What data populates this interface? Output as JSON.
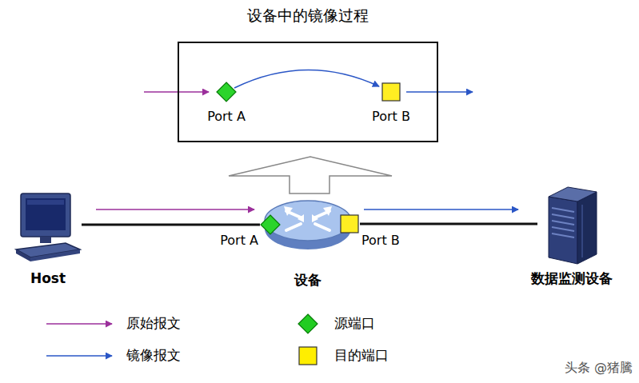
{
  "diagram": {
    "nodes": [
      {
        "text": [
          "设备中的镜像过程"
        ]
      },
      {
        "text": [
          "Port A"
        ],
        "in": 0
      },
      {
        "text": [
          "Port B"
        ],
        "in": 0
      },
      {
        "text": [
          "Host"
        ]
      },
      {
        "text": [
          "设备"
        ]
      },
      {
        "text": [
          "Port A"
        ],
        "in": 4
      },
      {
        "text": [
          "Port B"
        ],
        "in": 4
      },
      {
        "text": [
          "数据监测设备"
        ]
      }
    ],
    "edges": [
      {
        "from": 1,
        "to": 2,
        "arrow": "to"
      },
      {
        "from": 3,
        "to": 5,
        "arrow": "none"
      },
      {
        "from": 6,
        "to": 7,
        "arrow": "none"
      }
    ],
    "labels": [
      "头条 @猪騰"
    ],
    "legend": [
      {
        "text": "原始报文"
      },
      {
        "text": "镜像报文"
      },
      {
        "text": "源端口",
        "color": "#22cc22"
      },
      {
        "text": "目的端口",
        "color": "#ffee00"
      }
    ]
  }
}
